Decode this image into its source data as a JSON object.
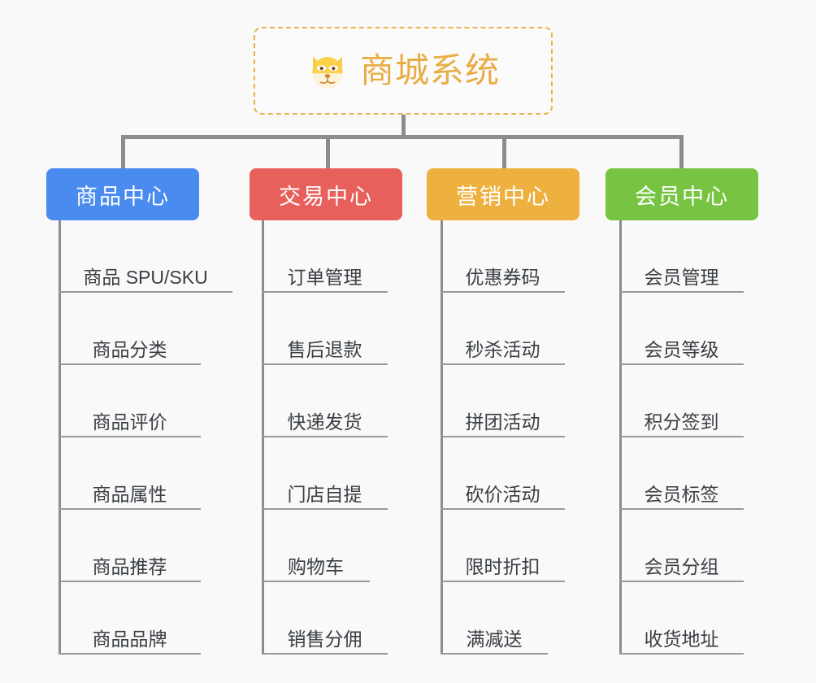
{
  "page": {
    "background_color": "#f9f9f9",
    "type": "mindmap-org-chart"
  },
  "root": {
    "title": "商城系统",
    "icon": "dog-face-emoji",
    "border_color": "#e8b44a",
    "text_color": "#e8ad45"
  },
  "columns": [
    {
      "id": "product-center",
      "header": "商品中心",
      "color": "#4a8bf0",
      "items": [
        "商品 SPU/SKU",
        "商品分类",
        "商品评价",
        "商品属性",
        "商品推荐",
        "商品品牌"
      ]
    },
    {
      "id": "trade-center",
      "header": "交易中心",
      "color": "#e8605c",
      "items": [
        "订单管理",
        "售后退款",
        "快递发货",
        "门店自提",
        "购物车",
        "销售分佣"
      ]
    },
    {
      "id": "marketing-center",
      "header": "营销中心",
      "color": "#eeb13f",
      "items": [
        "优惠券码",
        "秒杀活动",
        "拼团活动",
        "砍价活动",
        "限时折扣",
        "满减送"
      ]
    },
    {
      "id": "member-center",
      "header": "会员中心",
      "color": "#76c442",
      "items": [
        "会员管理",
        "会员等级",
        "积分签到",
        "会员标签",
        "会员分组",
        "收货地址"
      ]
    }
  ],
  "connector_color": "#8c8c8c",
  "leaf_line_color": "#999999",
  "leaf_text_color": "#3a3f44"
}
